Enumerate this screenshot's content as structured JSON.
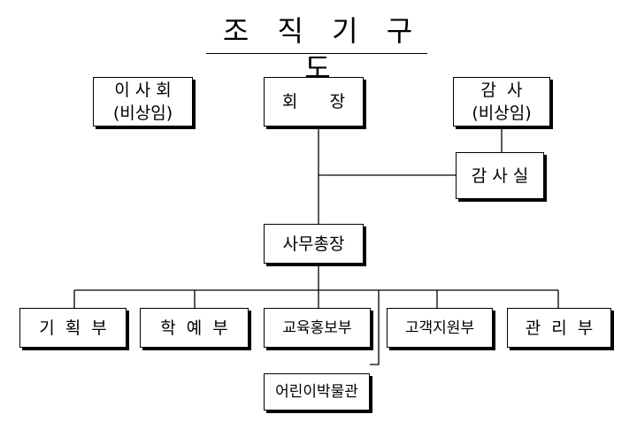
{
  "title": "조 직  기 구 도",
  "nodes": {
    "board": {
      "line1": "이 사 회",
      "line2": "(비상임)"
    },
    "chairman": {
      "label": "회      장"
    },
    "auditor": {
      "line1": "감  사",
      "line2": "(비상임)"
    },
    "audit_office": {
      "label": "감 사 실"
    },
    "secretary_general": {
      "label": "사무총장"
    },
    "dept_planning": {
      "label": "기  획  부"
    },
    "dept_arts": {
      "label": "학  예  부"
    },
    "dept_education_pr": {
      "label": "교육홍보부"
    },
    "dept_customer_support": {
      "label": "고객지원부"
    },
    "dept_management": {
      "label": "관  리  부"
    },
    "childrens_museum": {
      "label": "어린이박물관"
    }
  },
  "colors": {
    "line": "#000000",
    "box_fill": "#ffffff",
    "text": "#000000"
  }
}
